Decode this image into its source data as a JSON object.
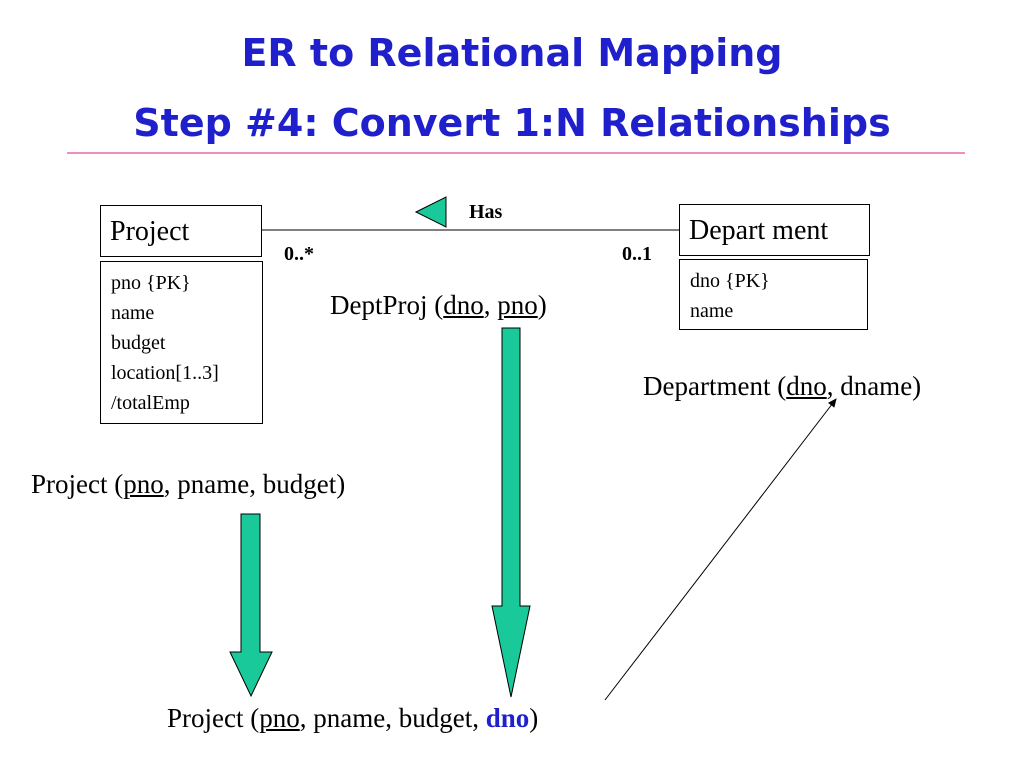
{
  "title": {
    "line1": "ER to Relational Mapping",
    "line2": "Step #4: Convert 1:N Relationships"
  },
  "er": {
    "project": {
      "name": "Project",
      "attributes": [
        "pno {PK}",
        "name",
        "budget",
        "location[1..3]",
        "/totalEmp"
      ]
    },
    "department": {
      "name": "Depart ment",
      "attributes": [
        "dno {PK}",
        "name"
      ]
    },
    "relationship": {
      "name": "Has",
      "project_multiplicity": "0..*",
      "department_multiplicity": "0..1"
    }
  },
  "relations": {
    "deptproj": {
      "name": "DeptProj",
      "open": " (",
      "key1": "dno",
      "sep": ", ",
      "key2": "pno",
      "close": ")"
    },
    "department": {
      "name": "Department",
      "open": " (",
      "key": "dno",
      "rest": ", dname)"
    },
    "project": {
      "name": "Project",
      "open": " (",
      "key": "pno",
      "rest": ", pname, budget)"
    },
    "result": {
      "name": "Project",
      "open": " (",
      "key": "pno",
      "middle": ", pname, budget, ",
      "fk": "dno",
      "close": ")"
    }
  },
  "colors": {
    "title": "#1f1fcc",
    "title_rule": "#f08cbe",
    "arrow_fill": "#19c999",
    "foreign_key": "#1f1fcc"
  },
  "icons": [
    "has-direction-triangle-icon",
    "green-down-arrow-icon",
    "thin-arrow-icon"
  ]
}
